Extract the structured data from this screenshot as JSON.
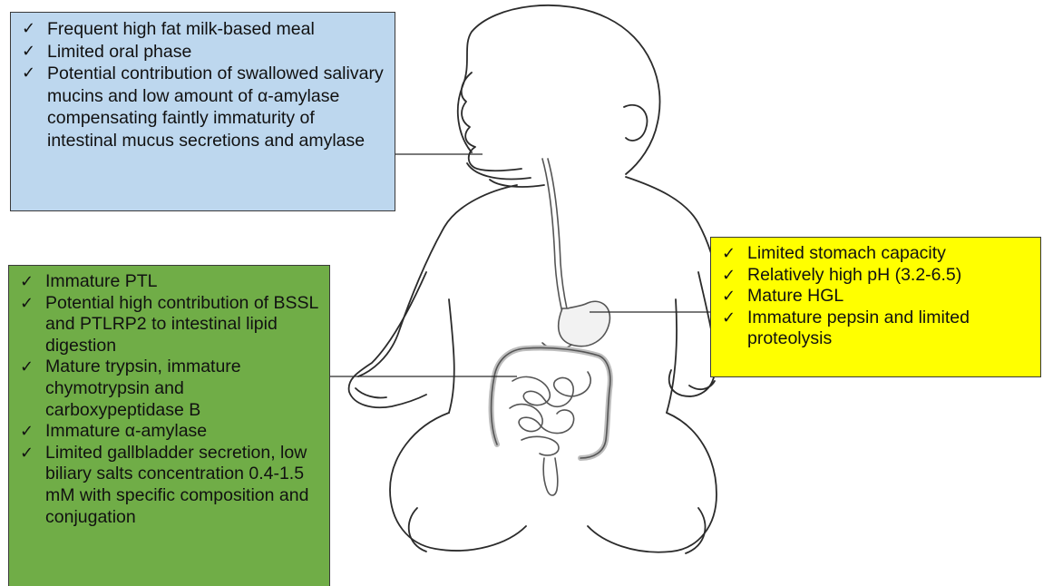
{
  "colors": {
    "mouth_box": "#bdd7ee",
    "intestine_box": "#70ad47",
    "stomach_box": "#ffff00",
    "outline": "#3a3a3a"
  },
  "check_glyph": "✓",
  "illustration": "infant-digestive-tract-icon",
  "mouth_box": {
    "items": [
      "Frequent  high fat milk-based meal",
      "Limited oral phase",
      "Potential contribution of swallowed salivary mucins and low amount of α-amylase compensating faintly immaturity of intestinal mucus secretions and amylase"
    ]
  },
  "intestine_box": {
    "items": [
      "Immature PTL",
      "Potential high contribution of BSSL and PTLRP2 to intestinal lipid digestion",
      "Mature trypsin, immature chymotrypsin and carboxypeptidase B",
      "Immature α-amylase",
      "Limited gallbladder secretion, low biliary salts concentration 0.4-1.5 mM with specific composition and conjugation"
    ]
  },
  "stomach_box": {
    "items": [
      "Limited stomach capacity",
      "Relatively high pH (3.2-6.5)",
      "Mature HGL",
      "Immature pepsin and limited proteolysis"
    ]
  }
}
